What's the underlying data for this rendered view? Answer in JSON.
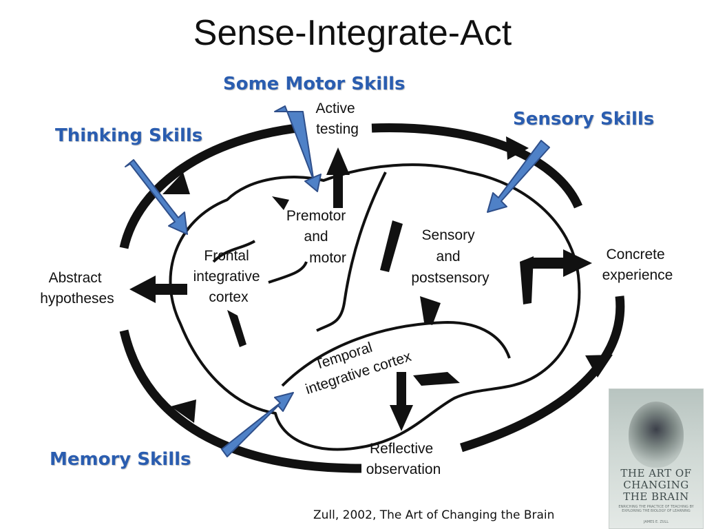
{
  "title": "Sense-Integrate-Act",
  "skills": {
    "motor": "Some Motor Skills",
    "thinking": "Thinking Skills",
    "sensory": "Sensory Skills",
    "memory": "Memory Skills"
  },
  "cycle": {
    "active_testing": [
      "Active",
      "testing"
    ],
    "concrete_experience": [
      "Concrete",
      "experience"
    ],
    "reflective_observation": [
      "Reflective",
      "observation"
    ],
    "abstract_hypotheses": [
      "Abstract",
      "hypotheses"
    ]
  },
  "brain_regions": {
    "premotor": [
      "Premotor",
      "and",
      "motor"
    ],
    "sensory": [
      "Sensory",
      "and",
      "postsensory"
    ],
    "frontal": [
      "Frontal",
      "integrative",
      "cortex"
    ],
    "temporal": [
      "Temporal",
      "integrative cortex"
    ]
  },
  "citation": "Zull, 2002, The Art of Changing the Brain",
  "book": {
    "title_lines": [
      "THE ART OF",
      "CHANGING",
      "THE BRAIN"
    ],
    "subtitle": "ENRICHING THE PRACTICE OF TEACHING BY EXPLORING THE BIOLOGY OF LEARNING",
    "author": "JAMES E. ZULL"
  },
  "colors": {
    "skill_text": "#2a5db0",
    "skill_arrow": "#4f81c7",
    "skill_arrow_stroke": "#2f4f8a",
    "diagram_ink": "#111111"
  }
}
